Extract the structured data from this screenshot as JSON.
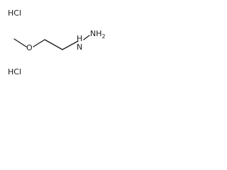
{
  "labels": {
    "hcl_top": "HCl",
    "hcl_bottom": "HCl",
    "oxygen": "O",
    "n_h": "H",
    "n_n": "N",
    "nh2": "NH",
    "nh2_sub": "2"
  }
}
